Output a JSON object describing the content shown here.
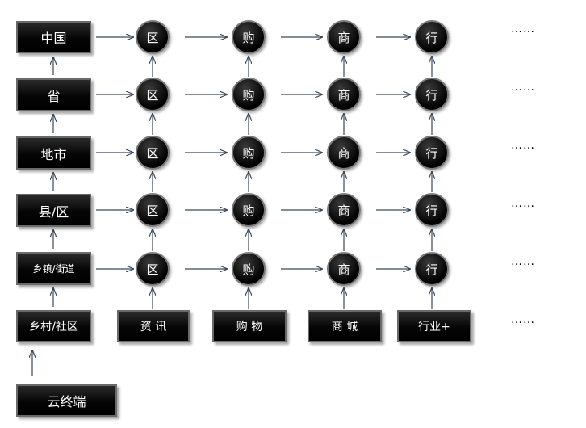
{
  "levels": [
    "中国",
    "省",
    "地市",
    "县/区",
    "乡镇/街道"
  ],
  "circle_labels": [
    "区",
    "购",
    "商",
    "行"
  ],
  "bottom_row": {
    "village": "乡村/社区",
    "columns": [
      "资 讯",
      "购 物",
      "商 城",
      "行业+"
    ]
  },
  "cloud_terminal": "云终端",
  "ellipsis": "……",
  "colors": {
    "node_fill": "#000000",
    "node_border": "#6a6a6a",
    "arrow": "#3a4a5a"
  }
}
